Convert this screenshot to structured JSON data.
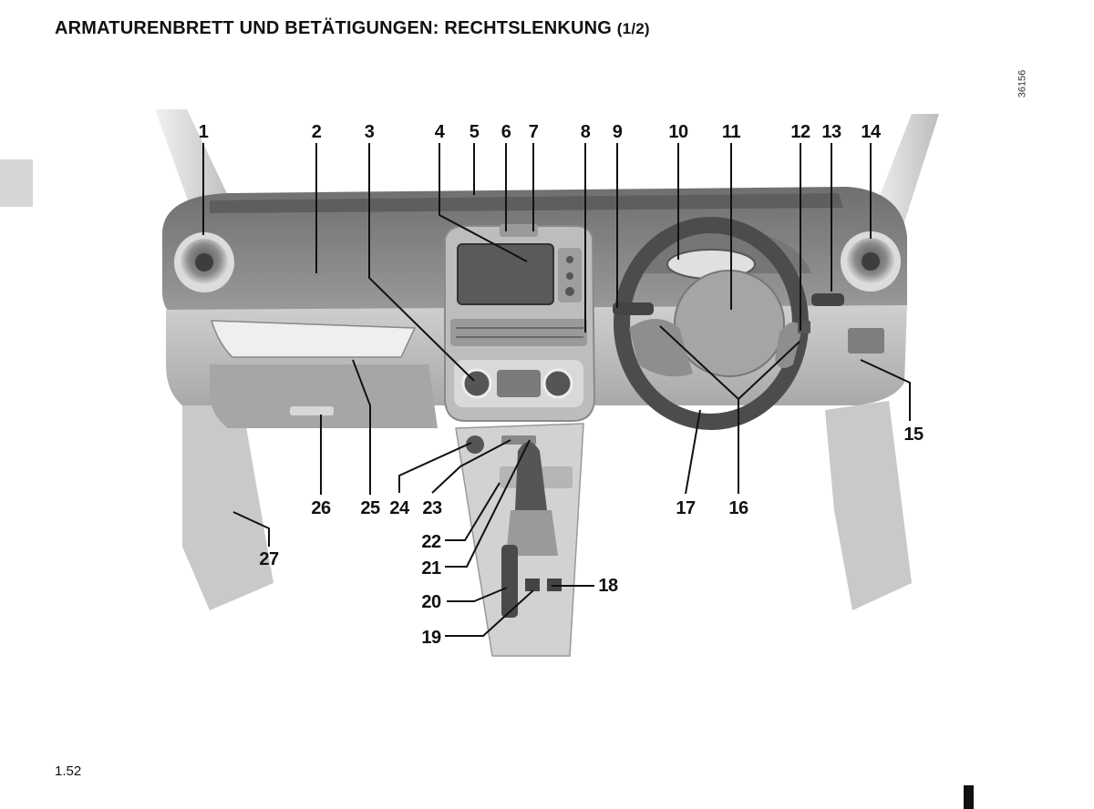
{
  "header": {
    "title": "ARMATURENBRETT UND BETÄTIGUNGEN: RECHTSLENKUNG",
    "part": "(1/2)"
  },
  "figure": {
    "reference": "36156",
    "callouts": [
      "1",
      "2",
      "3",
      "4",
      "5",
      "6",
      "7",
      "8",
      "9",
      "10",
      "11",
      "12",
      "13",
      "14",
      "15",
      "16",
      "17",
      "18",
      "19",
      "20",
      "21",
      "22",
      "23",
      "24",
      "25",
      "26",
      "27"
    ]
  },
  "footer": {
    "page_number": "1.52"
  }
}
